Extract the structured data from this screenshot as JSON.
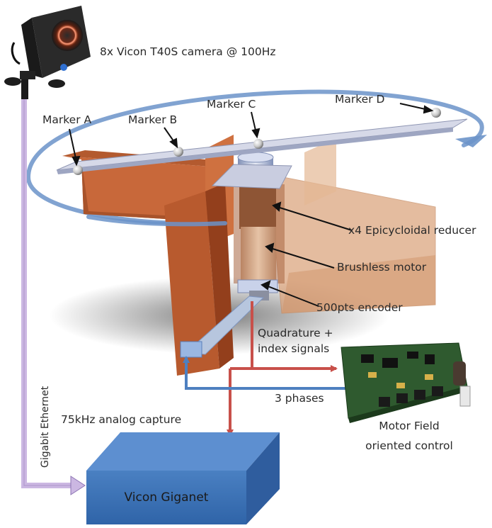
{
  "labels": {
    "camera": "8x Vicon T40S camera @ 100Hz",
    "marker_a": "Marker A",
    "marker_b": "Marker B",
    "marker_c": "Marker C",
    "marker_d": "Marker D",
    "reducer": "x4 Epicycloidal reducer",
    "motor": "Brushless motor",
    "encoder": "500pts encoder",
    "quadrature_line1": "Quadrature +",
    "quadrature_line2": "index signals",
    "phases": "3 phases",
    "analog": "75kHz analog capture",
    "controller_line1": "Motor Field",
    "controller_line2": "oriented control",
    "giganet": "Vicon Giganet",
    "ethernet": "Gigabit Ethernet"
  },
  "colors": {
    "background": "#ffffff",
    "wall_orange": "#c8683a",
    "wall_translucent": "#dba37b",
    "bar": "#c9cde0",
    "orbit_arrow": "#6b93c9",
    "signal_red": "#c8504a",
    "phase_blue": "#4e80c0",
    "ethernet_lilac": "#cbb7e2",
    "giganet_blue": "#3f74b8",
    "pcb_green": "#2f5a2f"
  },
  "icons": {
    "camera": "vicon-camera-icon",
    "board": "controller-board-icon"
  }
}
